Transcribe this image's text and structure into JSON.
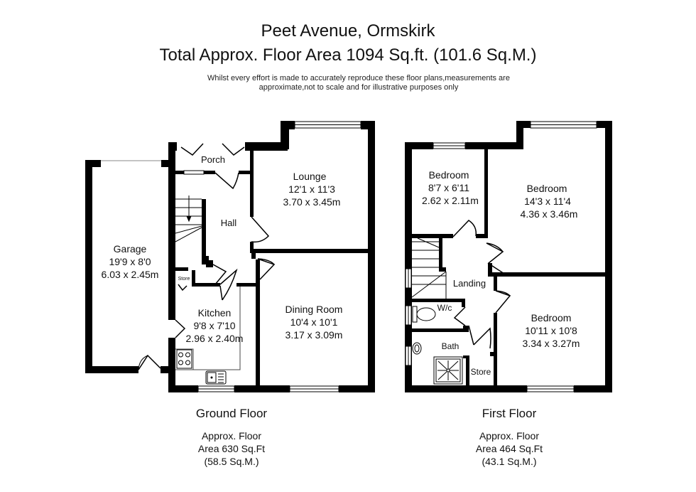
{
  "header": {
    "title": "Peet Avenue, Ormskirk",
    "subtitle": "Total Approx. Floor Area 1094 Sq.ft. (101.6 Sq.M.)",
    "disclaimer_line1": "Whilst every effort is made to accurately reproduce these floor plans,measurements are",
    "disclaimer_line2": "approximate,not to scale and for illustrative purposes only"
  },
  "ground_floor": {
    "title": "Ground Floor",
    "area_line1": "Approx. Floor",
    "area_line2": "Area 630 Sq.Ft",
    "area_line3": "(58.5 Sq.M.)",
    "rooms": [
      {
        "name": "Porch"
      },
      {
        "name": "Hall"
      },
      {
        "name": "Store"
      },
      {
        "name": "Garage",
        "imperial": "19'9 x 8'0",
        "metric": "6.03 x 2.45m"
      },
      {
        "name": "Lounge",
        "imperial": "12'1 x 11'3",
        "metric": "3.70 x 3.45m"
      },
      {
        "name": "Kitchen",
        "imperial": "9'8 x 7'10",
        "metric": "2.96 x 2.40m"
      },
      {
        "name": "Dining Room",
        "imperial": "10'4 x 10'1",
        "metric": "3.17 x 3.09m"
      }
    ]
  },
  "first_floor": {
    "title": "First Floor",
    "area_line1": "Approx. Floor",
    "area_line2": "Area 464 Sq.Ft",
    "area_line3": "(43.1 Sq.M.)",
    "rooms": [
      {
        "name": "Bedroom",
        "imperial": "8'7 x 6'11",
        "metric": "2.62 x 2.11m"
      },
      {
        "name": "Bedroom",
        "imperial": "14'3 x 11'4",
        "metric": "4.36 x 3.46m"
      },
      {
        "name": "Landing"
      },
      {
        "name": "W/c"
      },
      {
        "name": "Bath"
      },
      {
        "name": "Store"
      },
      {
        "name": "Bedroom",
        "imperial": "10'11 x 10'8",
        "metric": "3.34 x 3.27m"
      }
    ]
  }
}
